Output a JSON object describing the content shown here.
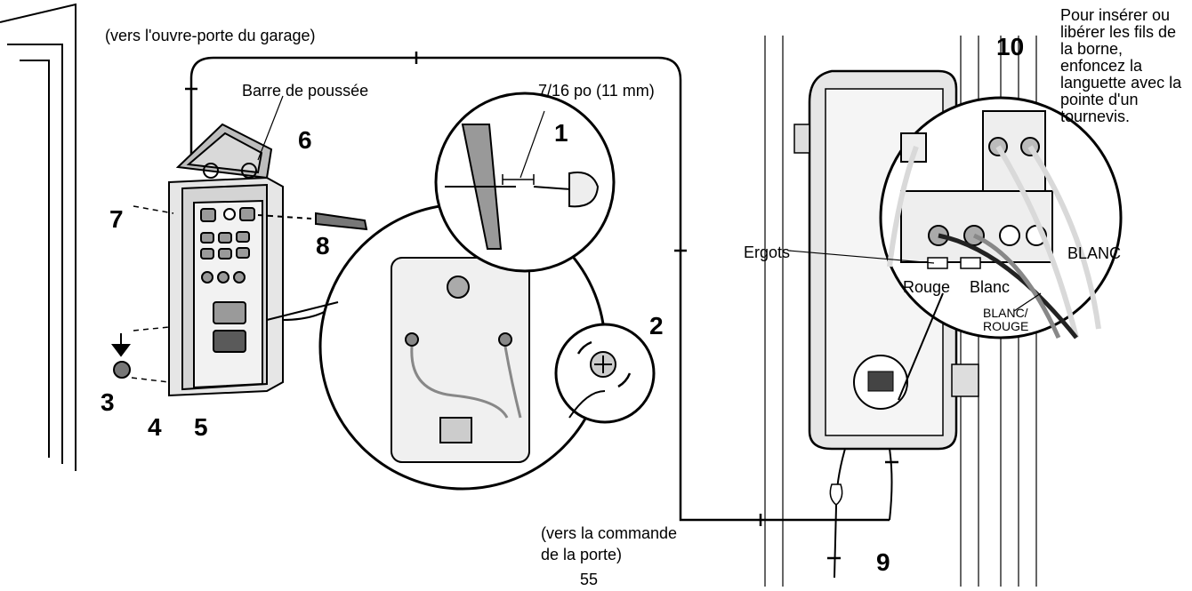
{
  "labels": {
    "to_opener": "(vers l'ouvre-porte du garage)",
    "push_bar": "Barre de poussée",
    "strip_length": "7/16 po (11 mm)",
    "insert_note": "Pour insérer ou libérer les fils de la borne, enfoncez la languette avec la pointe d'un tournevis.",
    "lugs": "Ergots",
    "red": "Rouge",
    "white": "Blanc",
    "white_red": "BLANC/\nROUGE",
    "white_caps": "BLANC",
    "to_door_control_1": "(vers la commande",
    "to_door_control_2": "de la porte)",
    "page_number": "55"
  },
  "steps": {
    "s1": "1",
    "s2": "2",
    "s3": "3",
    "s4": "4",
    "s5": "5",
    "s6": "6",
    "s7": "7",
    "s8": "8",
    "s9": "9",
    "s10": "10"
  },
  "colors": {
    "line": "#000000",
    "device_fill": "#e6e6e6",
    "device_dark": "#8a8a8a",
    "wire_light": "#d9d9d9"
  }
}
